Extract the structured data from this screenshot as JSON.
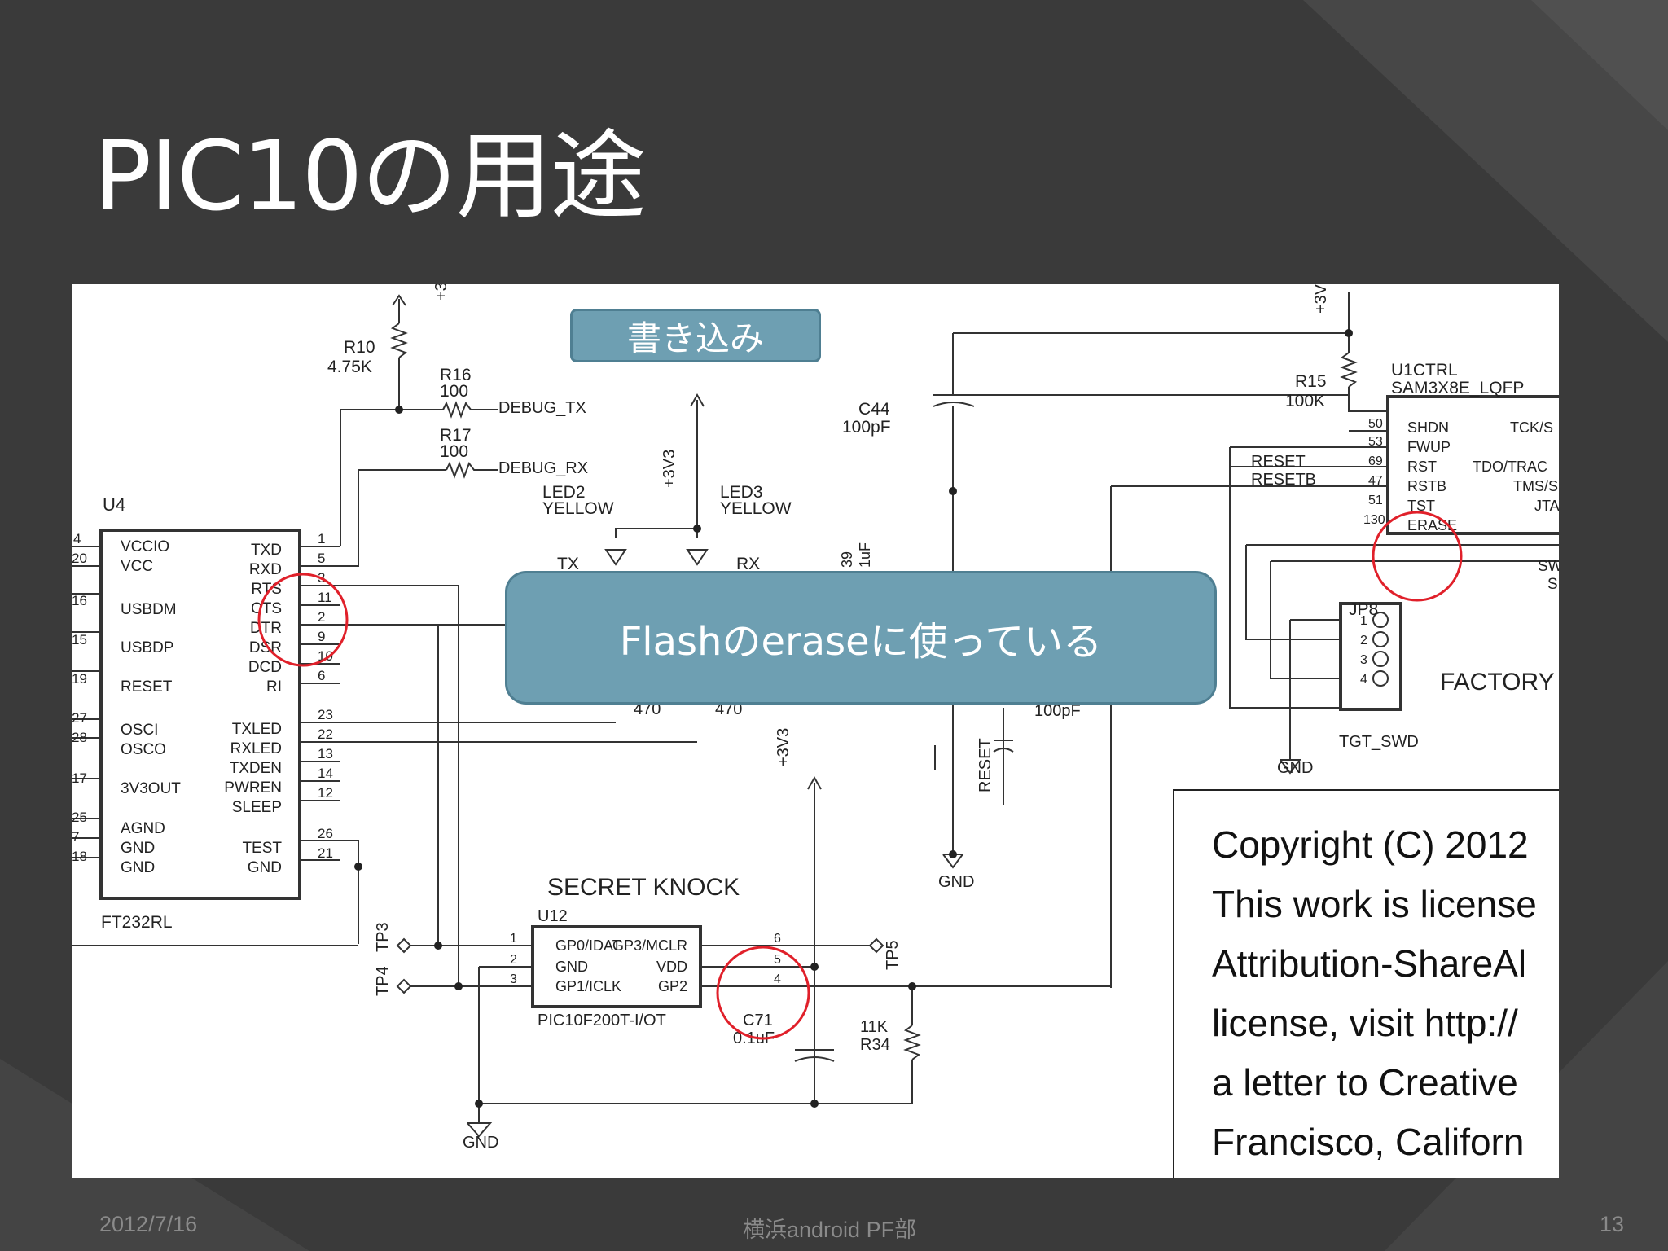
{
  "slide": {
    "title": "PIC10の用途",
    "footer": {
      "date": "2012/7/16",
      "org": "横浜android PF部",
      "page": "13"
    }
  },
  "callouts": {
    "write": "書き込み",
    "erase": "Flashのeraseに使っている"
  },
  "schematic": {
    "u4": {
      "ref": "U4",
      "part": "FT232RL",
      "left_pins": [
        "VCCIO",
        "VCC",
        "USBDM",
        "USBDP",
        "RESET",
        "OSCI",
        "OSCO",
        "3V3OUT",
        "AGND",
        "GND",
        "GND"
      ],
      "left_nums": [
        "4",
        "20",
        "16",
        "15",
        "19",
        "27",
        "28",
        "17",
        "25",
        "7",
        "18"
      ],
      "right_pins": [
        "TXD",
        "RXD",
        "RTS",
        "CTS",
        "DTR",
        "DSR",
        "DCD",
        "RI",
        "TXLED",
        "RXLED",
        "TXDEN",
        "PWREN",
        "SLEEP",
        "TEST",
        "GND"
      ],
      "right_nums": [
        "1",
        "5",
        "3",
        "11",
        "2",
        "9",
        "10",
        "6",
        "23",
        "22",
        "13",
        "14",
        "12",
        "26",
        "21"
      ]
    },
    "r10": {
      "ref": "R10",
      "value": "4.75K"
    },
    "r16": {
      "ref": "R16",
      "value": "100",
      "net": "DEBUG_TX"
    },
    "r17": {
      "ref": "R17",
      "value": "100",
      "net": "DEBUG_RX"
    },
    "rail": "+3V3",
    "led2": {
      "ref": "LED2",
      "color": "YELLOW",
      "label": "TX"
    },
    "led3": {
      "ref": "LED3",
      "color": "YELLOW",
      "label": "RX"
    },
    "c44": {
      "ref": "C44",
      "value": "100pF"
    },
    "c39": {
      "ref": "39",
      "value": "1uF"
    },
    "r_led": {
      "a": "470",
      "b": "470"
    },
    "c_reset": {
      "value": "100pF"
    },
    "reset_sw": "RESET",
    "gnd": "GND",
    "r15": {
      "ref": "R15",
      "value": "100K"
    },
    "u1ctrl": {
      "ref": "U1CTRL",
      "part": "SAM3X8E_LQFP",
      "pins": [
        "SHDN",
        "FWUP",
        "RST",
        "RSTB",
        "TST",
        "ERASE"
      ],
      "nums": [
        "50",
        "53",
        "69",
        "47",
        "51",
        "130"
      ],
      "right": [
        "TCK/S",
        "TDO/TRAC",
        "TMS/S",
        "JTA"
      ],
      "nets": [
        "RESET",
        "RESETB"
      ],
      "sw": [
        "SW",
        "S"
      ]
    },
    "jp8": {
      "ref": "JP8",
      "label": "TGT_SWD",
      "pins": [
        "1",
        "2",
        "3",
        "4"
      ]
    },
    "factory": "FACTORY",
    "u12": {
      "title": "SECRET KNOCK",
      "ref": "U12",
      "part": "PIC10F200T-I/OT",
      "left": [
        "GP0/IDAT",
        "GND",
        "GP1/ICLK"
      ],
      "left_nums": [
        "1",
        "2",
        "3"
      ],
      "right": [
        "GP3/MCLR",
        "VDD",
        "GP2"
      ],
      "right_nums": [
        "6",
        "5",
        "4"
      ]
    },
    "tp": [
      "TP4",
      "TP3",
      "TP5"
    ],
    "c71": {
      "ref": "C71",
      "value": "0.1uF"
    },
    "r34": {
      "ref": "R34",
      "value": "11K"
    }
  },
  "copyright_lines": [
    "Copyright (C) 2012",
    "This work is license",
    "Attribution-ShareAl",
    "license, visit http://",
    "a letter to Creative",
    "Francisco, Californ"
  ],
  "colors": {
    "background": "#3a3a3a",
    "callout": "#6e9fb2",
    "highlight_circle": "#e0202a"
  }
}
